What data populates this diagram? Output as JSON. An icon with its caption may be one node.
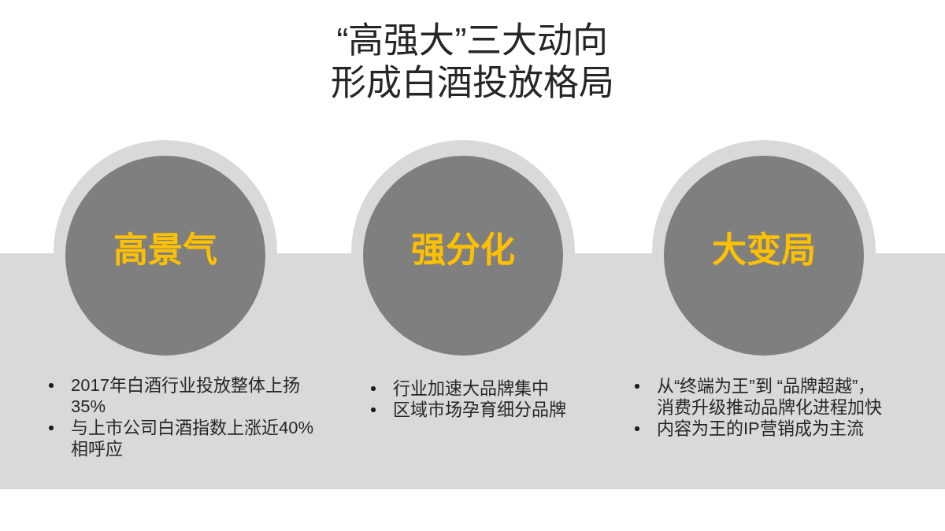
{
  "diagram": {
    "title": "“高强大”三大动向形成白酒投放格局",
    "nodes": [
      {
        "text": [
          "高景气"
        ],
        "beside": [
          "2017年白酒行业投放整体上扬35%",
          "与上市公司白酒指数上涨近40%相呼应"
        ]
      },
      {
        "text": [
          "强分化"
        ],
        "beside": [
          "行业加速大品牌集中",
          "区域市场孕育细分品牌"
        ]
      },
      {
        "text": [
          "大变局"
        ],
        "beside": [
          "从“终端为王”到 “品牌超越”，消费升级推动品牌化进程加快",
          "内容为王的IP营销成为主流"
        ]
      }
    ]
  }
}
